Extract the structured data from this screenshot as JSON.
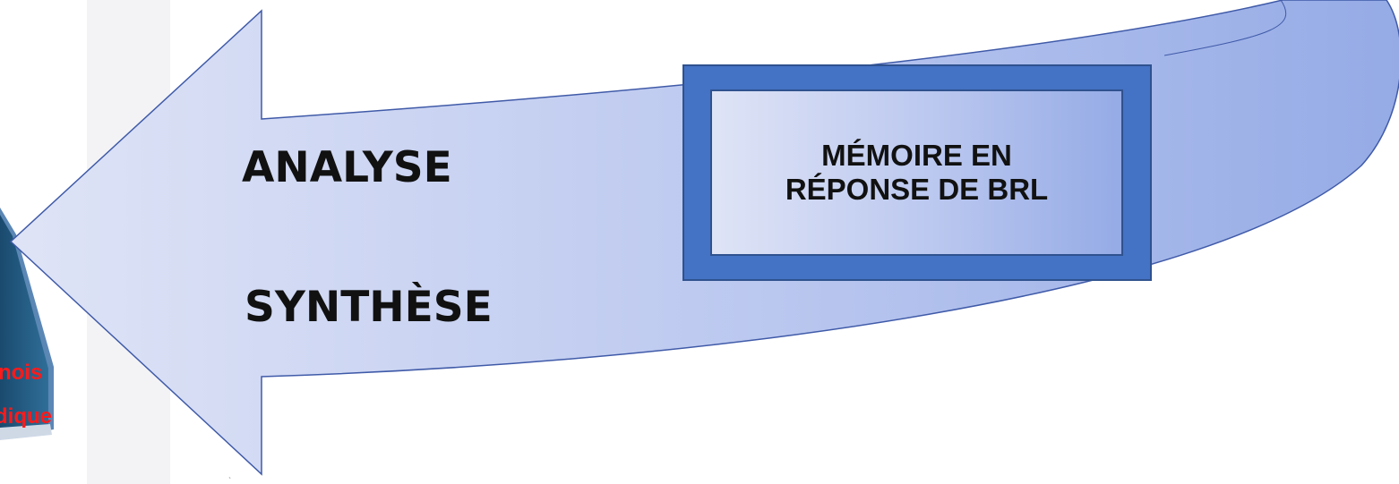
{
  "diagram": {
    "labels": {
      "analyse": "ANALYSE",
      "synthese": "SYNTHÈSE"
    },
    "box": {
      "line1": "MÉMOIRE EN",
      "line2": "RÉPONSE DE BRL"
    },
    "book": {
      "line1": "nois",
      "line2": "dique"
    }
  },
  "colors": {
    "arrow_fill_start": "#dfe4f6",
    "arrow_fill_end": "#9aafe7",
    "arrow_stroke": "#3f5aa8",
    "box_outer": "#4472c4",
    "box_stroke": "#2f528f",
    "book_text": "#ff1a1a"
  }
}
